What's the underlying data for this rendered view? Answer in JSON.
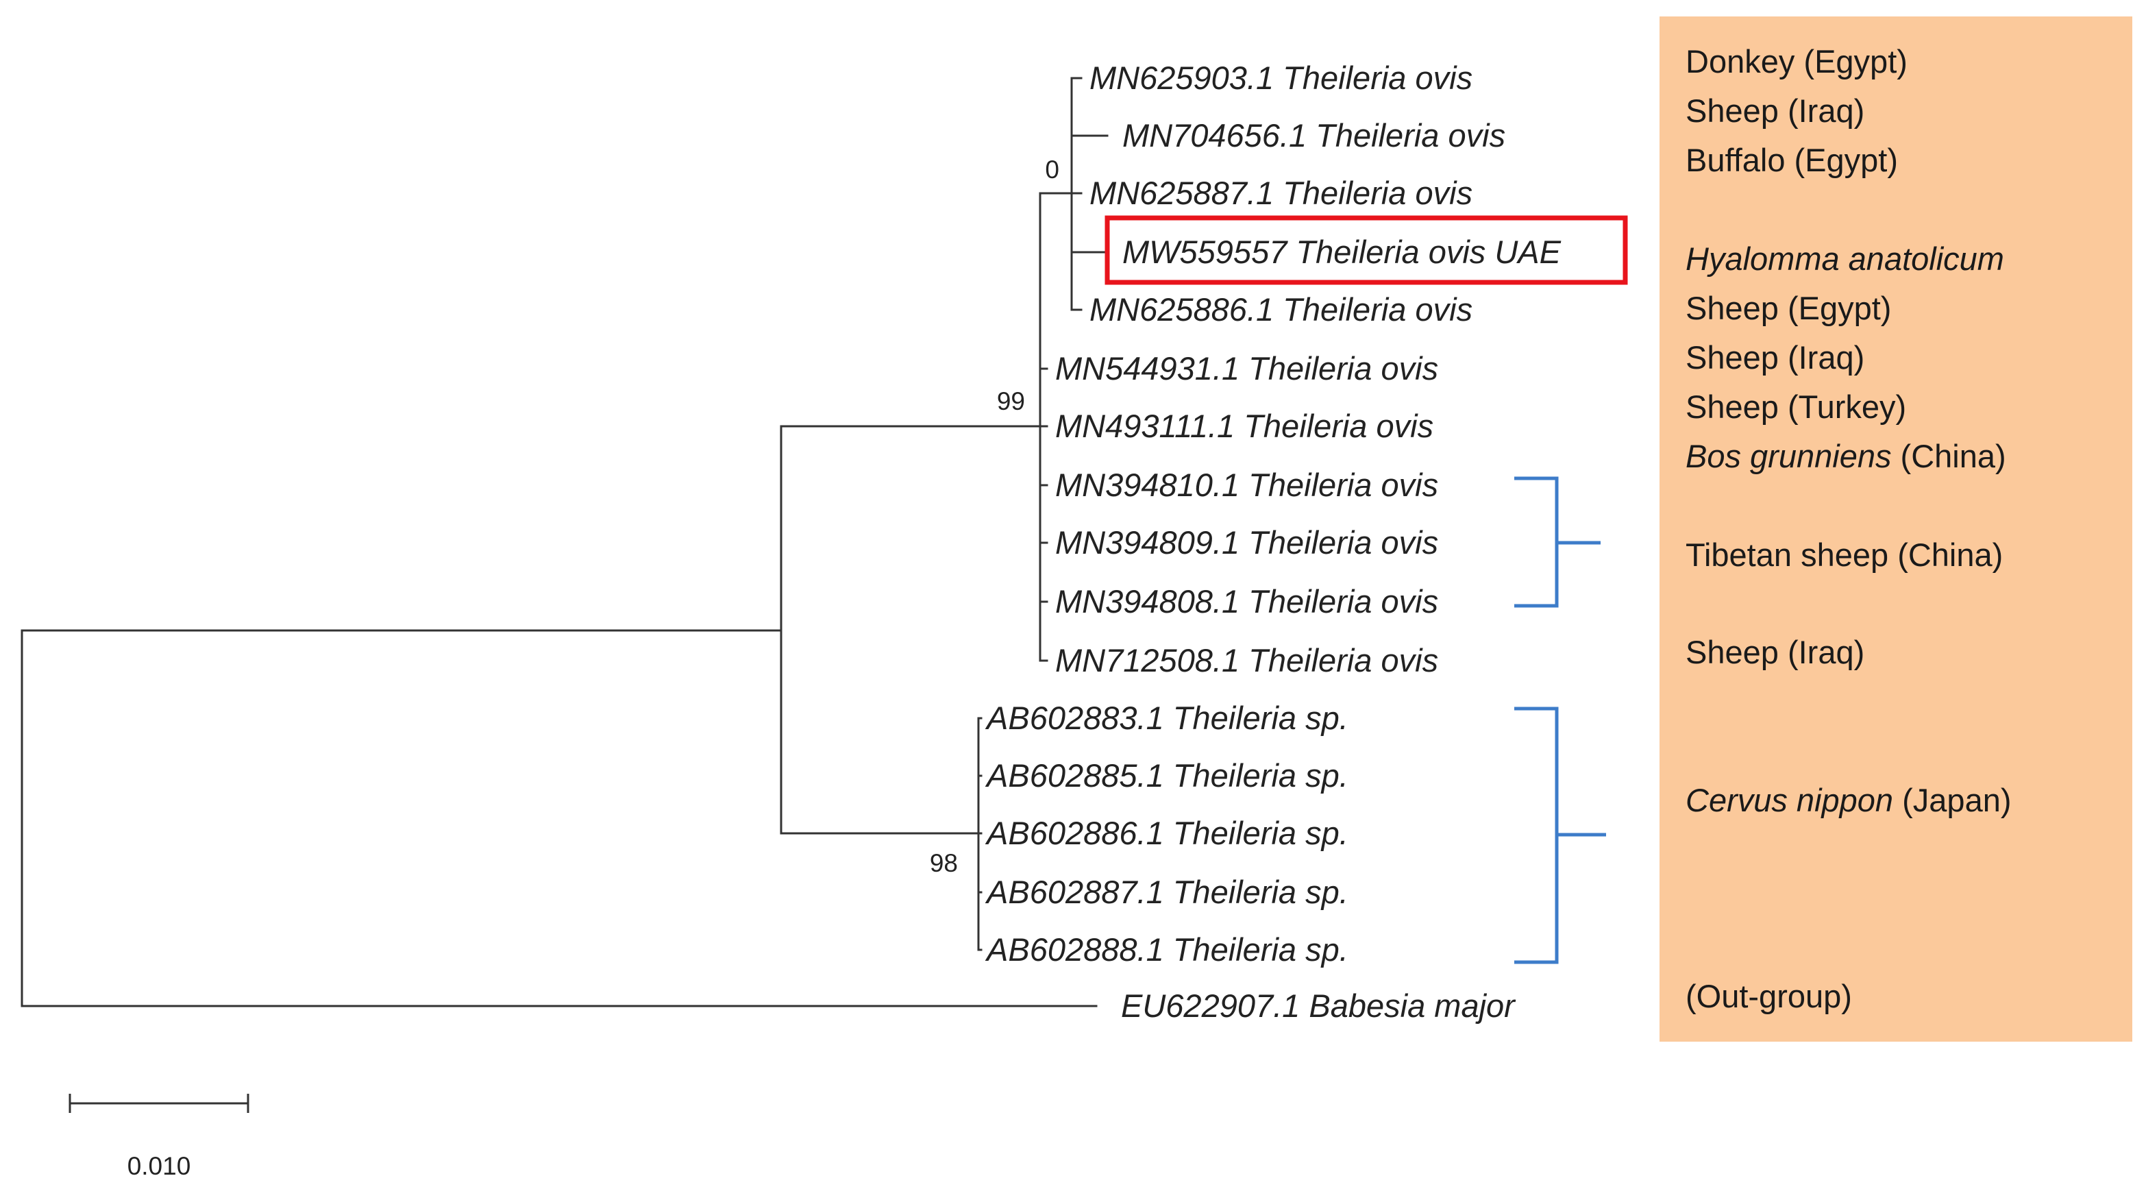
{
  "colors": {
    "branch": "#333333",
    "highlight_box": "#e8141c",
    "bracket": "#3d7cc9",
    "host_panel": "#fbc99b",
    "text": "#222222"
  },
  "taxa": [
    "MN625903.1 Theileria ovis",
    "MN704656.1 Theileria ovis",
    "MN625887.1 Theileria ovis",
    "MW559557 Theileria ovis UAE",
    "MN625886.1 Theileria ovis",
    "MN544931.1 Theileria ovis",
    "MN493111.1 Theileria ovis",
    "MN394810.1 Theileria ovis",
    "MN394809.1 Theileria ovis",
    "MN394808.1 Theileria ovis",
    "MN712508.1 Theileria ovis",
    "AB602883.1 Theileria sp.",
    "AB602885.1 Theileria sp.",
    "AB602886.1 Theileria sp.",
    "AB602887.1 Theileria sp.",
    "AB602888.1 Theileria sp.",
    "EU622907.1 Babesia major"
  ],
  "bootstrap": [
    "0",
    "99",
    "98"
  ],
  "hosts": [
    [
      {
        "text": "Donkey (Egypt)",
        "italic": false
      }
    ],
    [
      {
        "text": "Sheep (Iraq)",
        "italic": false
      }
    ],
    [
      {
        "text": "Buffalo (Egypt)",
        "italic": false
      }
    ],
    [
      {
        "text": "Hyalomma anatolicum",
        "italic": true
      }
    ],
    [
      {
        "text": "Sheep (Egypt)",
        "italic": false
      }
    ],
    [
      {
        "text": "Sheep (Iraq)",
        "italic": false
      }
    ],
    [
      {
        "text": "Sheep (Turkey)",
        "italic": false
      }
    ],
    [
      {
        "text": "Bos grunniens",
        "italic": true
      },
      {
        "text": " (China)",
        "italic": false
      }
    ],
    [
      {
        "text": "Tibetan sheep (China)",
        "italic": false
      }
    ],
    [
      {
        "text": "Sheep (Iraq)",
        "italic": false
      }
    ],
    [
      {
        "text": "Cervus nippon",
        "italic": true
      },
      {
        "text": " (Japan)",
        "italic": false
      }
    ],
    [
      {
        "text": "(Out-group)",
        "italic": false
      }
    ]
  ],
  "scale_bar": {
    "label": "0.010"
  }
}
